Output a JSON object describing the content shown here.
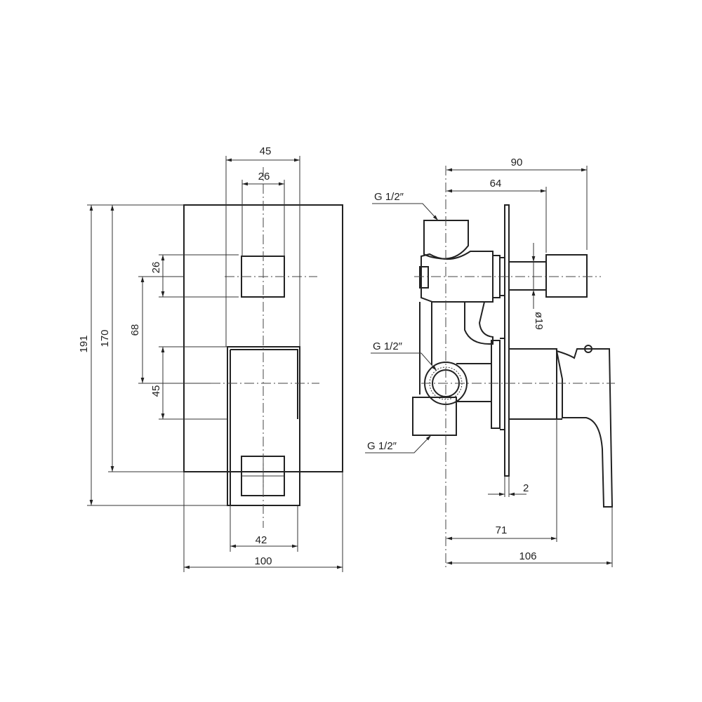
{
  "left_view": {
    "dims": {
      "width_top": "45",
      "square_top": "26",
      "square_side": "26",
      "spacing": "68",
      "lever_side": "45",
      "total_height": "191",
      "plate_height": "170",
      "lever_width": "42",
      "plate_width": "100"
    }
  },
  "right_view": {
    "dims": {
      "depth_top": "90",
      "spindle_depth": "64",
      "diameter": "ø19",
      "plate_thickness": "2",
      "lever_depth": "71",
      "total_depth": "106"
    },
    "thread_labels": [
      "G 1/2″",
      "G 1/2″",
      "G 1/2″"
    ]
  },
  "colors": {
    "line": "#222222",
    "background": "#ffffff"
  }
}
